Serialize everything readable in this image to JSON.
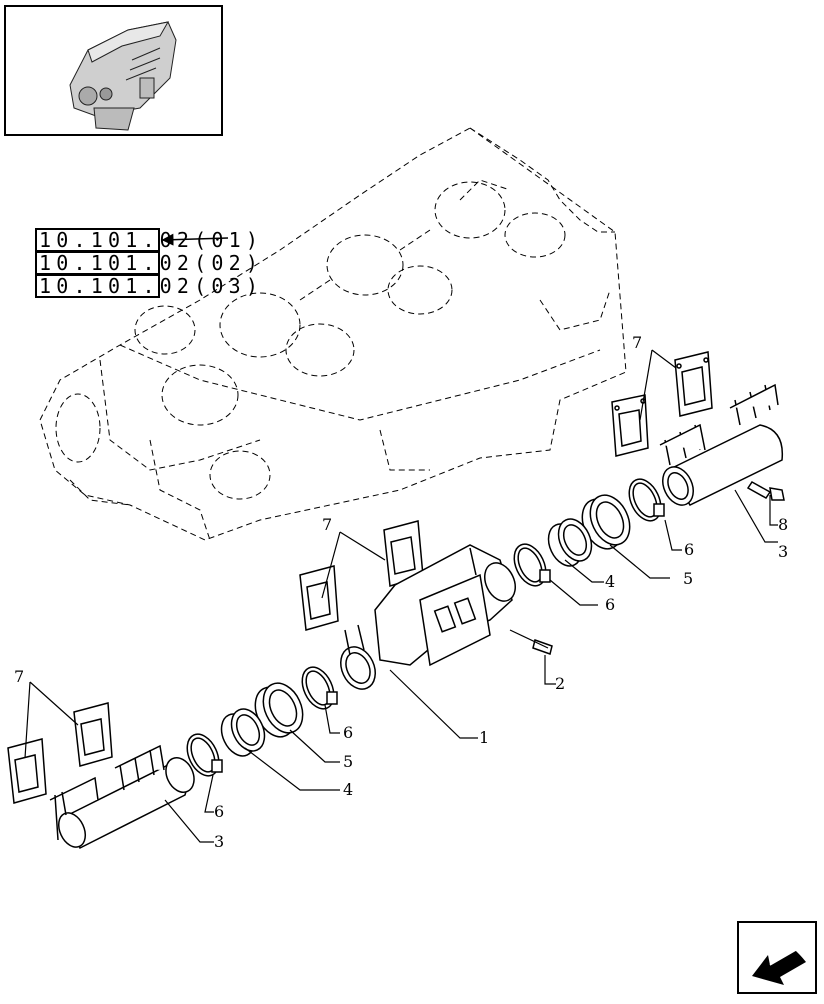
{
  "references": [
    "10.101.02(01)",
    "10.101.02(02)",
    "10.101.02(03)"
  ],
  "callouts": [
    "1",
    "2",
    "3",
    "3",
    "4",
    "4",
    "5",
    "5",
    "6",
    "6",
    "6",
    "6",
    "7",
    "7",
    "7",
    "8"
  ],
  "icons": {
    "thumbnail": "engine-thumbnail-icon",
    "nav": "next-page-arrow-icon"
  }
}
